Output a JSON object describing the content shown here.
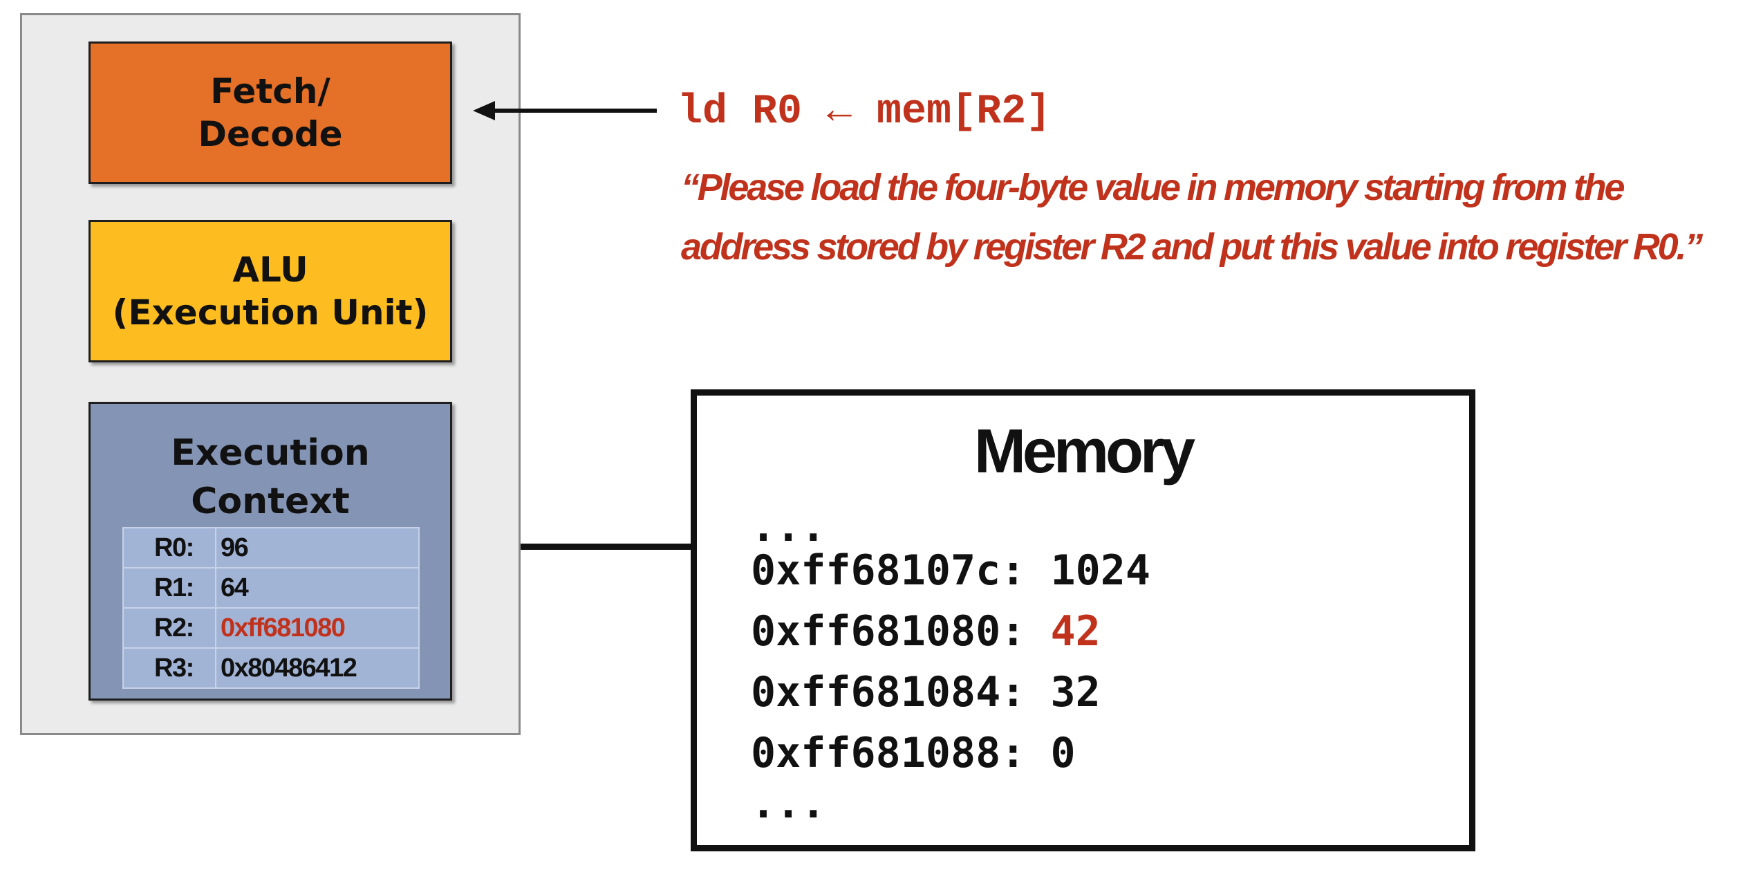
{
  "processor": {
    "fetch_decode": {
      "line1": "Fetch/",
      "line2": "Decode"
    },
    "alu": {
      "line1": "ALU",
      "line2": "(Execution Unit)"
    },
    "execution_context": {
      "line1": "Execution",
      "line2": "Context",
      "registers": [
        {
          "name": "R0:",
          "value": "96",
          "highlight": false
        },
        {
          "name": "R1:",
          "value": "64",
          "highlight": false
        },
        {
          "name": "R2:",
          "value": "0xff681080",
          "highlight": true
        },
        {
          "name": "R3:",
          "value": "0x80486412",
          "highlight": false
        }
      ]
    }
  },
  "instruction": {
    "code": "ld R0 ← mem[R2]",
    "quote_line1": "“Please load the four-byte value in memory starting from the",
    "quote_line2": "address stored by register R2 and put this value into register R0.”"
  },
  "memory": {
    "title": "Memory",
    "ellipsis_top": "...",
    "rows": [
      {
        "address": "0xff68107c:",
        "value": "1024",
        "highlight": false
      },
      {
        "address": "0xff681080:",
        "value": "42",
        "highlight": true
      },
      {
        "address": "0xff681084:",
        "value": "32",
        "highlight": false
      },
      {
        "address": "0xff681088:",
        "value": "0",
        "highlight": false
      }
    ],
    "ellipsis_bottom": "..."
  },
  "colors": {
    "fetch_decode": "#e57027",
    "alu": "#fdbd20",
    "execution_context": "#8494b4",
    "register_cell": "#a2b4d6",
    "highlight_red": "#c1321c",
    "processor_bg": "#ebebeb"
  }
}
